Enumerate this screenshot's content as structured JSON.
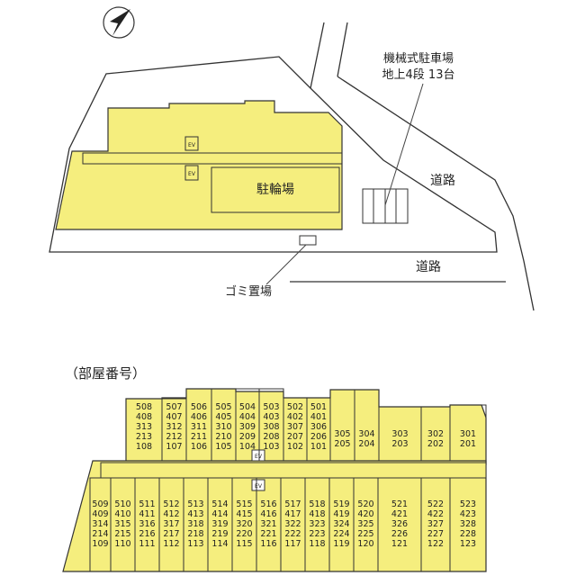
{
  "colors": {
    "building": "#f5ee7e",
    "line": "#333333",
    "background": "#ffffff"
  },
  "compass": {
    "icon": "north-arrow-icon"
  },
  "labels": {
    "parking_line1": "機械式駐車場",
    "parking_line2": "地上4段 13台",
    "bicycle_parking": "駐輪場",
    "garbage": "ゴミ置場",
    "road_east": "道路",
    "road_south": "道路",
    "ev_marker": "EV",
    "room_numbers_title": "（部屋番号）"
  },
  "floor_plan": {
    "upper_columns": [
      [
        "508",
        "408",
        "313",
        "213",
        "108"
      ],
      [
        "507",
        "407",
        "312",
        "212",
        "107"
      ],
      [
        "506",
        "406",
        "311",
        "211",
        "106"
      ],
      [
        "505",
        "405",
        "310",
        "210",
        "105"
      ],
      [
        "504",
        "404",
        "309",
        "209",
        "104"
      ],
      [
        "503",
        "403",
        "308",
        "208",
        "103"
      ],
      [
        "502",
        "402",
        "307",
        "207",
        "102"
      ],
      [
        "501",
        "401",
        "306",
        "206",
        "101"
      ],
      [
        "305",
        "205"
      ],
      [
        "304",
        "204"
      ],
      [
        "303",
        "203"
      ],
      [
        "302",
        "202"
      ],
      [
        "301",
        "201"
      ]
    ],
    "lower_columns": [
      [
        "509",
        "409",
        "314",
        "214",
        "109"
      ],
      [
        "510",
        "410",
        "315",
        "215",
        "110"
      ],
      [
        "511",
        "411",
        "316",
        "216",
        "111"
      ],
      [
        "512",
        "412",
        "317",
        "217",
        "112"
      ],
      [
        "513",
        "413",
        "318",
        "218",
        "113"
      ],
      [
        "514",
        "414",
        "319",
        "219",
        "114"
      ],
      [
        "515",
        "415",
        "320",
        "220",
        "115"
      ],
      [
        "516",
        "416",
        "321",
        "221",
        "116"
      ],
      [
        "517",
        "417",
        "322",
        "222",
        "117"
      ],
      [
        "518",
        "418",
        "323",
        "223",
        "118"
      ],
      [
        "519",
        "419",
        "324",
        "224",
        "119"
      ],
      [
        "520",
        "420",
        "325",
        "225",
        "120"
      ],
      [
        "521",
        "421",
        "326",
        "226",
        "121"
      ],
      [
        "522",
        "422",
        "327",
        "227",
        "122"
      ],
      [
        "523",
        "423",
        "328",
        "228",
        "123"
      ]
    ]
  }
}
